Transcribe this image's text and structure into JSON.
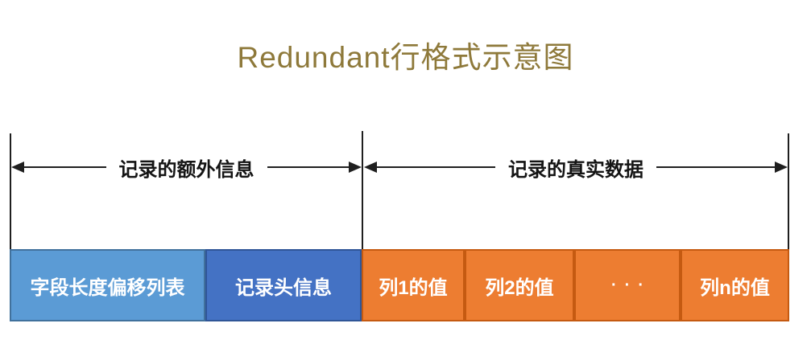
{
  "title": "Redundant行格式示意图",
  "dimensions": {
    "left": {
      "label": "记录的额外信息"
    },
    "right": {
      "label": "记录的真实数据"
    }
  },
  "boxes": [
    {
      "label": "字段长度偏移列表",
      "fill": "#5B9BD5",
      "border": "#41719C"
    },
    {
      "label": "记录头信息",
      "fill": "#4472C4",
      "border": "#2F5597"
    },
    {
      "label": "列1的值",
      "fill": "#ED7D31",
      "border": "#C55A11"
    },
    {
      "label": "列2的值",
      "fill": "#ED7D31",
      "border": "#C55A11"
    },
    {
      "label": "···",
      "fill": "#ED7D31",
      "border": "#C55A11"
    },
    {
      "label": "列n的值",
      "fill": "#ED7D31",
      "border": "#C55A11"
    }
  ],
  "colors": {
    "title_text": "#8E793A",
    "dimension_lines": "#1F1F1F",
    "box_text": "#FFFFFF"
  }
}
